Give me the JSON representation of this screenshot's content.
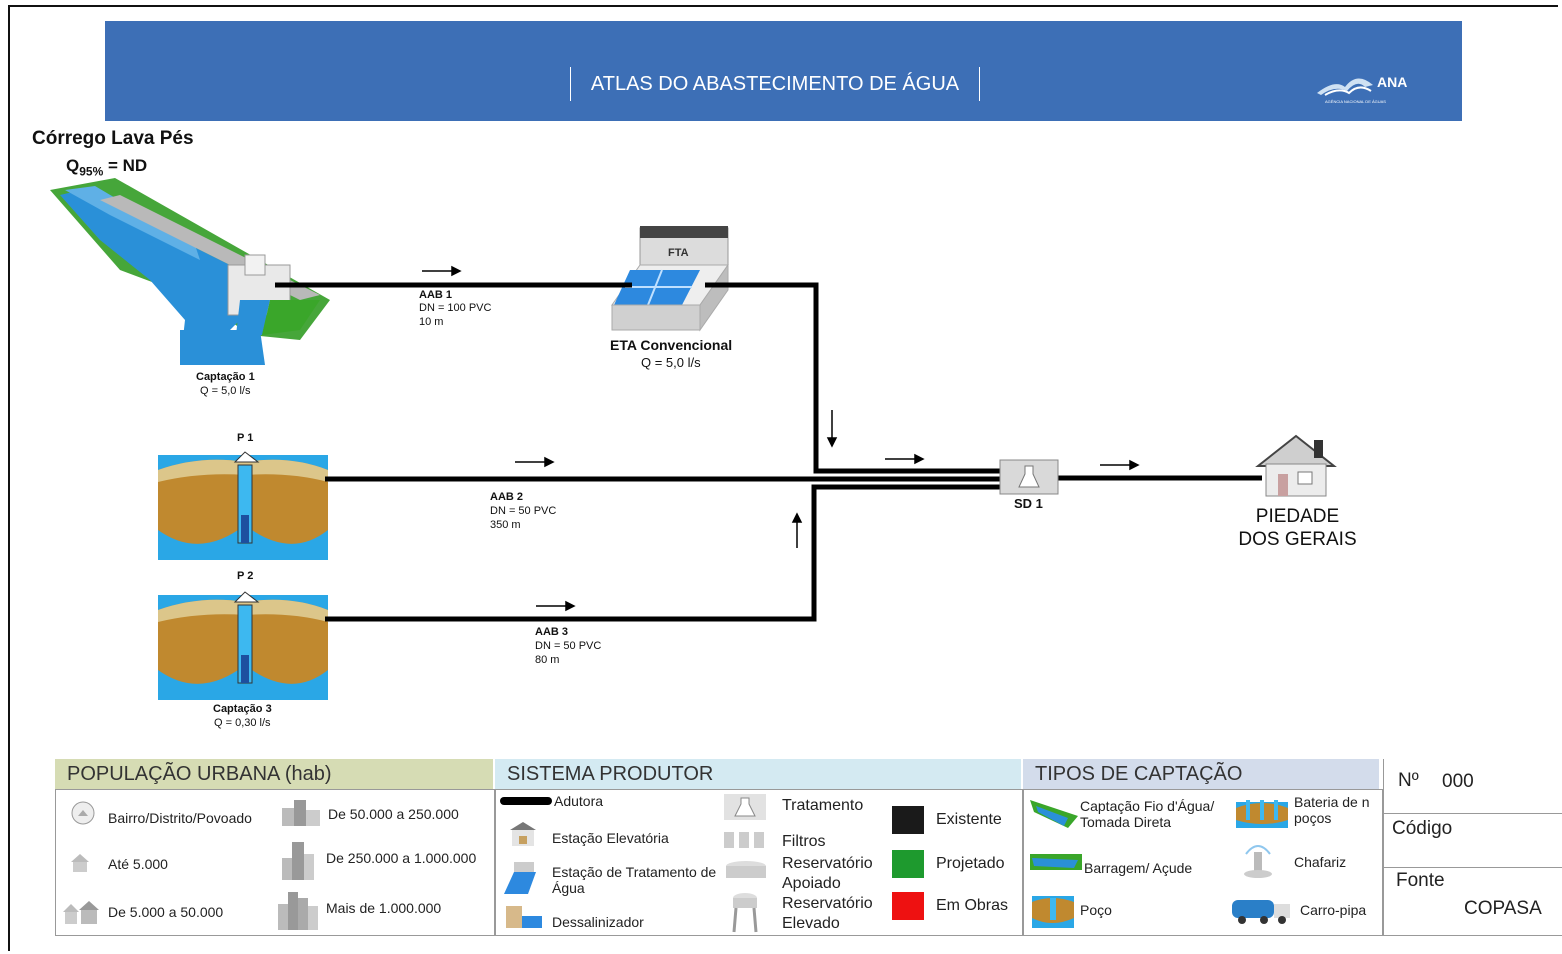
{
  "header": {
    "title": "ATLAS DO ABASTECIMENTO DE ÁGUA",
    "logo_text": "ANA",
    "logo_sub": "AGÊNCIA NACIONAL DE ÁGUAS"
  },
  "source": {
    "name": "Córrego Lava Pés",
    "flow": "Q95% = ND",
    "flow_prefix": "Q",
    "flow_sub": "95%",
    "flow_suffix": " = ND"
  },
  "captacao1": {
    "label": "Captação 1",
    "flow": "Q = 5,0 l/s"
  },
  "p1": {
    "label": "P 1"
  },
  "p2": {
    "label": "P 2",
    "caption": "Captação 3",
    "flow": "Q = 0,30 l/s"
  },
  "aab1": {
    "name": "AAB 1",
    "dn": "DN = 100 PVC",
    "len": "10 m"
  },
  "aab2": {
    "name": "AAB 2",
    "dn": "DN = 50 PVC",
    "len": "350 m"
  },
  "aab3": {
    "name": "AAB 3",
    "dn": "DN = 50 PVC",
    "len": "80 m"
  },
  "eta": {
    "badge": "FTA",
    "name": "ETA Convencional",
    "flow": "Q = 5,0 l/s"
  },
  "sd1": {
    "label": "SD 1"
  },
  "town": {
    "line1": "PIEDADE",
    "line2": "DOS GERAIS"
  },
  "legend": {
    "populacao": {
      "title": "POPULAÇÃO URBANA (hab)",
      "items": [
        "Bairro/Distrito/Povoado",
        "Até 5.000",
        "De 5.000 a 50.000",
        "De 50.000 a 250.000",
        "De 250.000 a 1.000.000",
        "Mais de 1.000.000"
      ]
    },
    "sistema": {
      "title": "SISTEMA PRODUTOR",
      "items": [
        "Adutora",
        "Estação Elevatória",
        "Estação de Tratamento de Água",
        "Dessalinizador",
        "Tratamento",
        "Filtros",
        "Reservatório Apoiado",
        "Reservatório Elevado"
      ],
      "status": [
        {
          "label": "Existente",
          "color": "#1a1a1a"
        },
        {
          "label": "Projetado",
          "color": "#1e9a2e"
        },
        {
          "label": "Em Obras",
          "color": "#ee1111"
        }
      ]
    },
    "tipos": {
      "title": "TIPOS DE CAPTAÇÃO",
      "items": [
        "Captação Fio d'Água/ Tomada Direta",
        "Barragem/ Açude",
        "Poço",
        "Bateria de n poços",
        "Chafariz",
        "Carro-pipa"
      ]
    },
    "info": {
      "numero_label": "Nº",
      "numero_value": "000",
      "codigo_label": "Código",
      "fonte_label": "Fonte",
      "fonte_value": "COPASA"
    }
  },
  "colors": {
    "header": "#3d6fb6",
    "pipe": "#000000",
    "water": "#1f8fd8",
    "grass": "#3aa62a",
    "soil": "#c0892f",
    "pop_header": "#d6dcb4",
    "sis_header": "#d4eaf2",
    "tipos_header": "#d3dceb"
  }
}
